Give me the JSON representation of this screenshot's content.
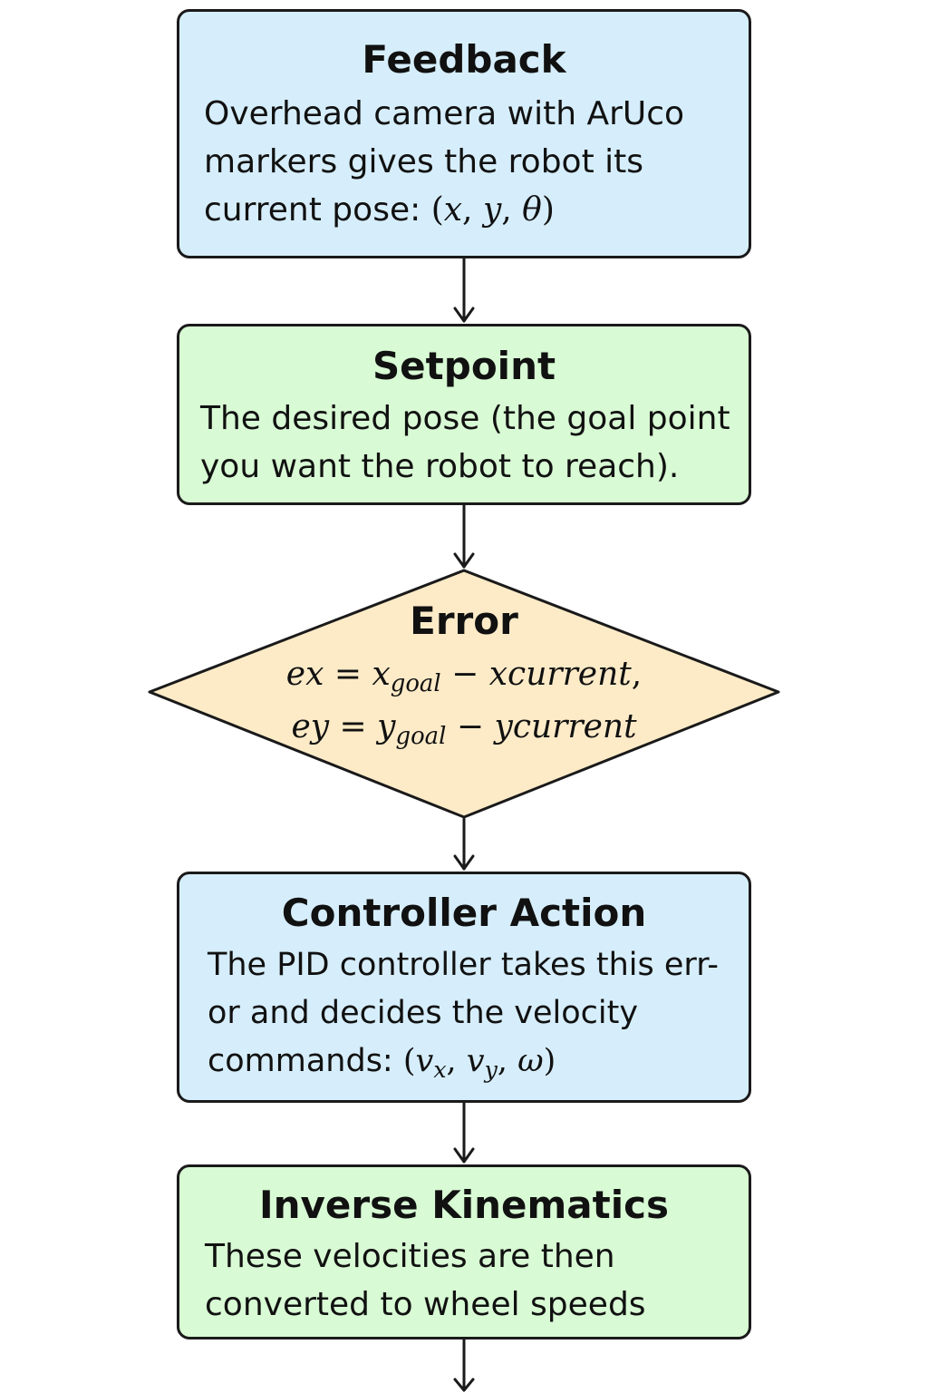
{
  "colors": {
    "blue_fill": "#d6eefb",
    "green_fill": "#d8fad4",
    "diamond_fill": "#fdebc8",
    "stroke": "#1a1a1a"
  },
  "feedback": {
    "title": "Feedback",
    "line1": "Overhead camera with ArUco",
    "line2": "markers gives the robot its",
    "line3": "current pose:",
    "m_open": "(",
    "m_x": "x",
    "m_c1": ", ",
    "m_y": "y",
    "m_c2": ", ",
    "m_theta": "θ",
    "m_close": ")"
  },
  "setpoint": {
    "title": "Setpoint",
    "line1": "The desired pose (the goal point",
    "line2": "you want the robot to reach)."
  },
  "error": {
    "title": "Error",
    "ex_lhs": "ex",
    "eq1": " = ",
    "x_base": "x",
    "x_sub": "goal",
    "minus1": " − ",
    "x_cur": "xcurrent",
    "comma": ",",
    "ey_lhs": "ey",
    "eq2": " = ",
    "y_base": "y",
    "y_sub": "goal",
    "minus2": " − ",
    "y_cur": "ycurrent"
  },
  "controller": {
    "title": "Controller Action",
    "line1": "The PID controller takes this err-",
    "line2": "or and decides the velocity",
    "line3": "commands:",
    "m_open": "(",
    "m_v1": "v",
    "m_s1": "x",
    "m_c1": ", ",
    "m_v2": "v",
    "m_s2": "y",
    "m_c2": ", ",
    "m_w": "ω",
    "m_close": ")"
  },
  "kinematics": {
    "title": "Inverse Kinematics",
    "line1": "These velocities are then",
    "line2": "converted to wheel speeds"
  }
}
